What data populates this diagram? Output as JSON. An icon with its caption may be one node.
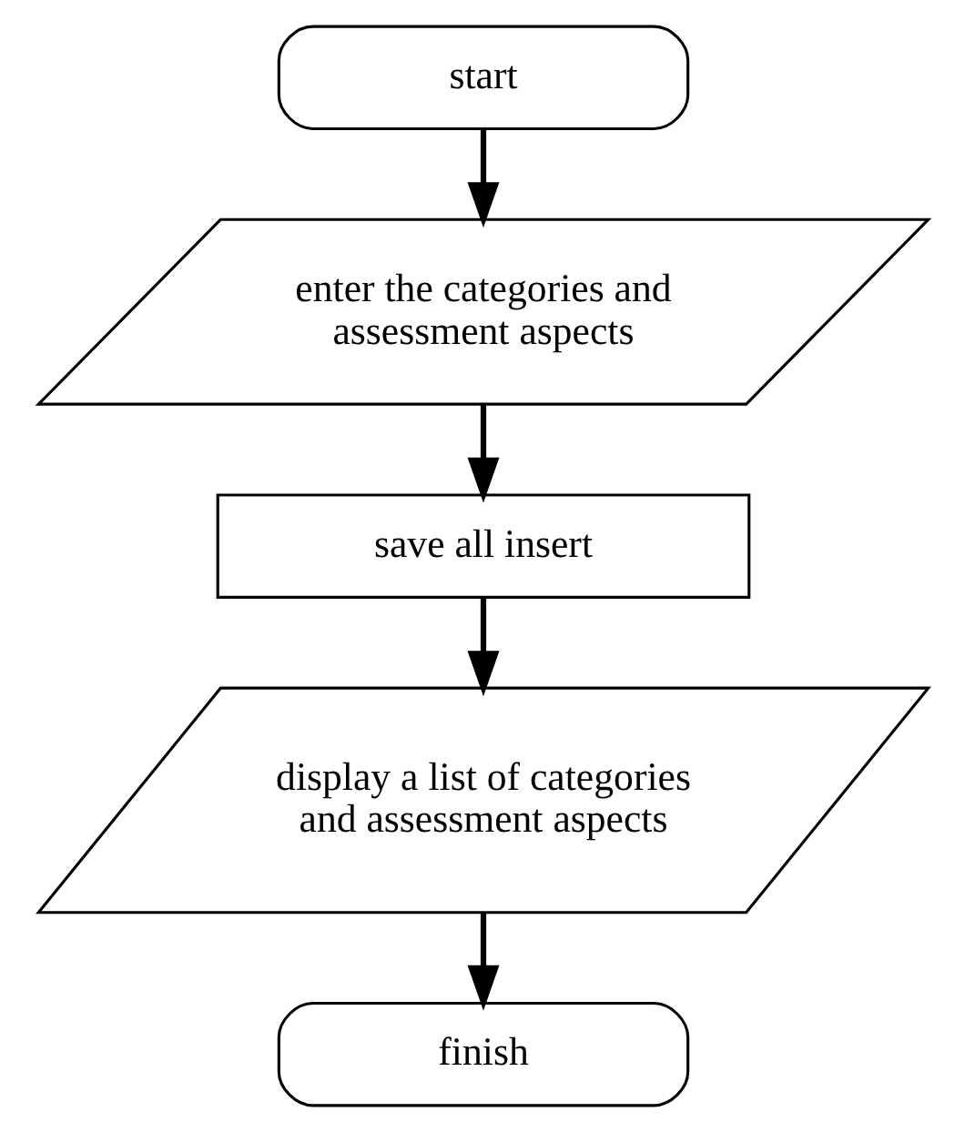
{
  "diagram": {
    "nodes": [
      {
        "text": [
          "start"
        ]
      },
      {
        "text": [
          "enter the categories and assessment aspects"
        ]
      },
      {
        "text": [
          "save all insert"
        ]
      },
      {
        "text": [
          "display a list of categories and assessment aspects"
        ]
      },
      {
        "text": [
          "finish"
        ]
      }
    ],
    "edges": [
      {
        "from": 0,
        "to": 1,
        "arrow": "to"
      },
      {
        "from": 1,
        "to": 2,
        "arrow": "to"
      },
      {
        "from": 2,
        "to": 3,
        "arrow": "to"
      },
      {
        "from": 3,
        "to": 4,
        "arrow": "to"
      }
    ]
  }
}
